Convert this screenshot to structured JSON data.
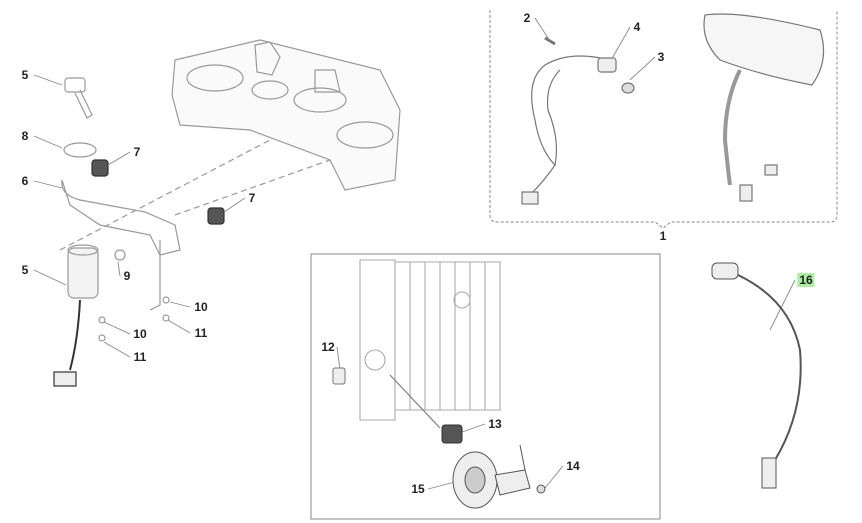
{
  "labels": {
    "p1": "1",
    "p2": "2",
    "p3": "3",
    "p4": "4",
    "p5a": "5",
    "p5b": "5",
    "p6": "6",
    "p7a": "7",
    "p7b": "7",
    "p8": "8",
    "p9": "9",
    "p10a": "10",
    "p10b": "10",
    "p11a": "11",
    "p11b": "11",
    "p12": "12",
    "p13": "13",
    "p14": "14",
    "p15": "15",
    "p16": "16"
  },
  "highlight_color": "#a8f0a0"
}
